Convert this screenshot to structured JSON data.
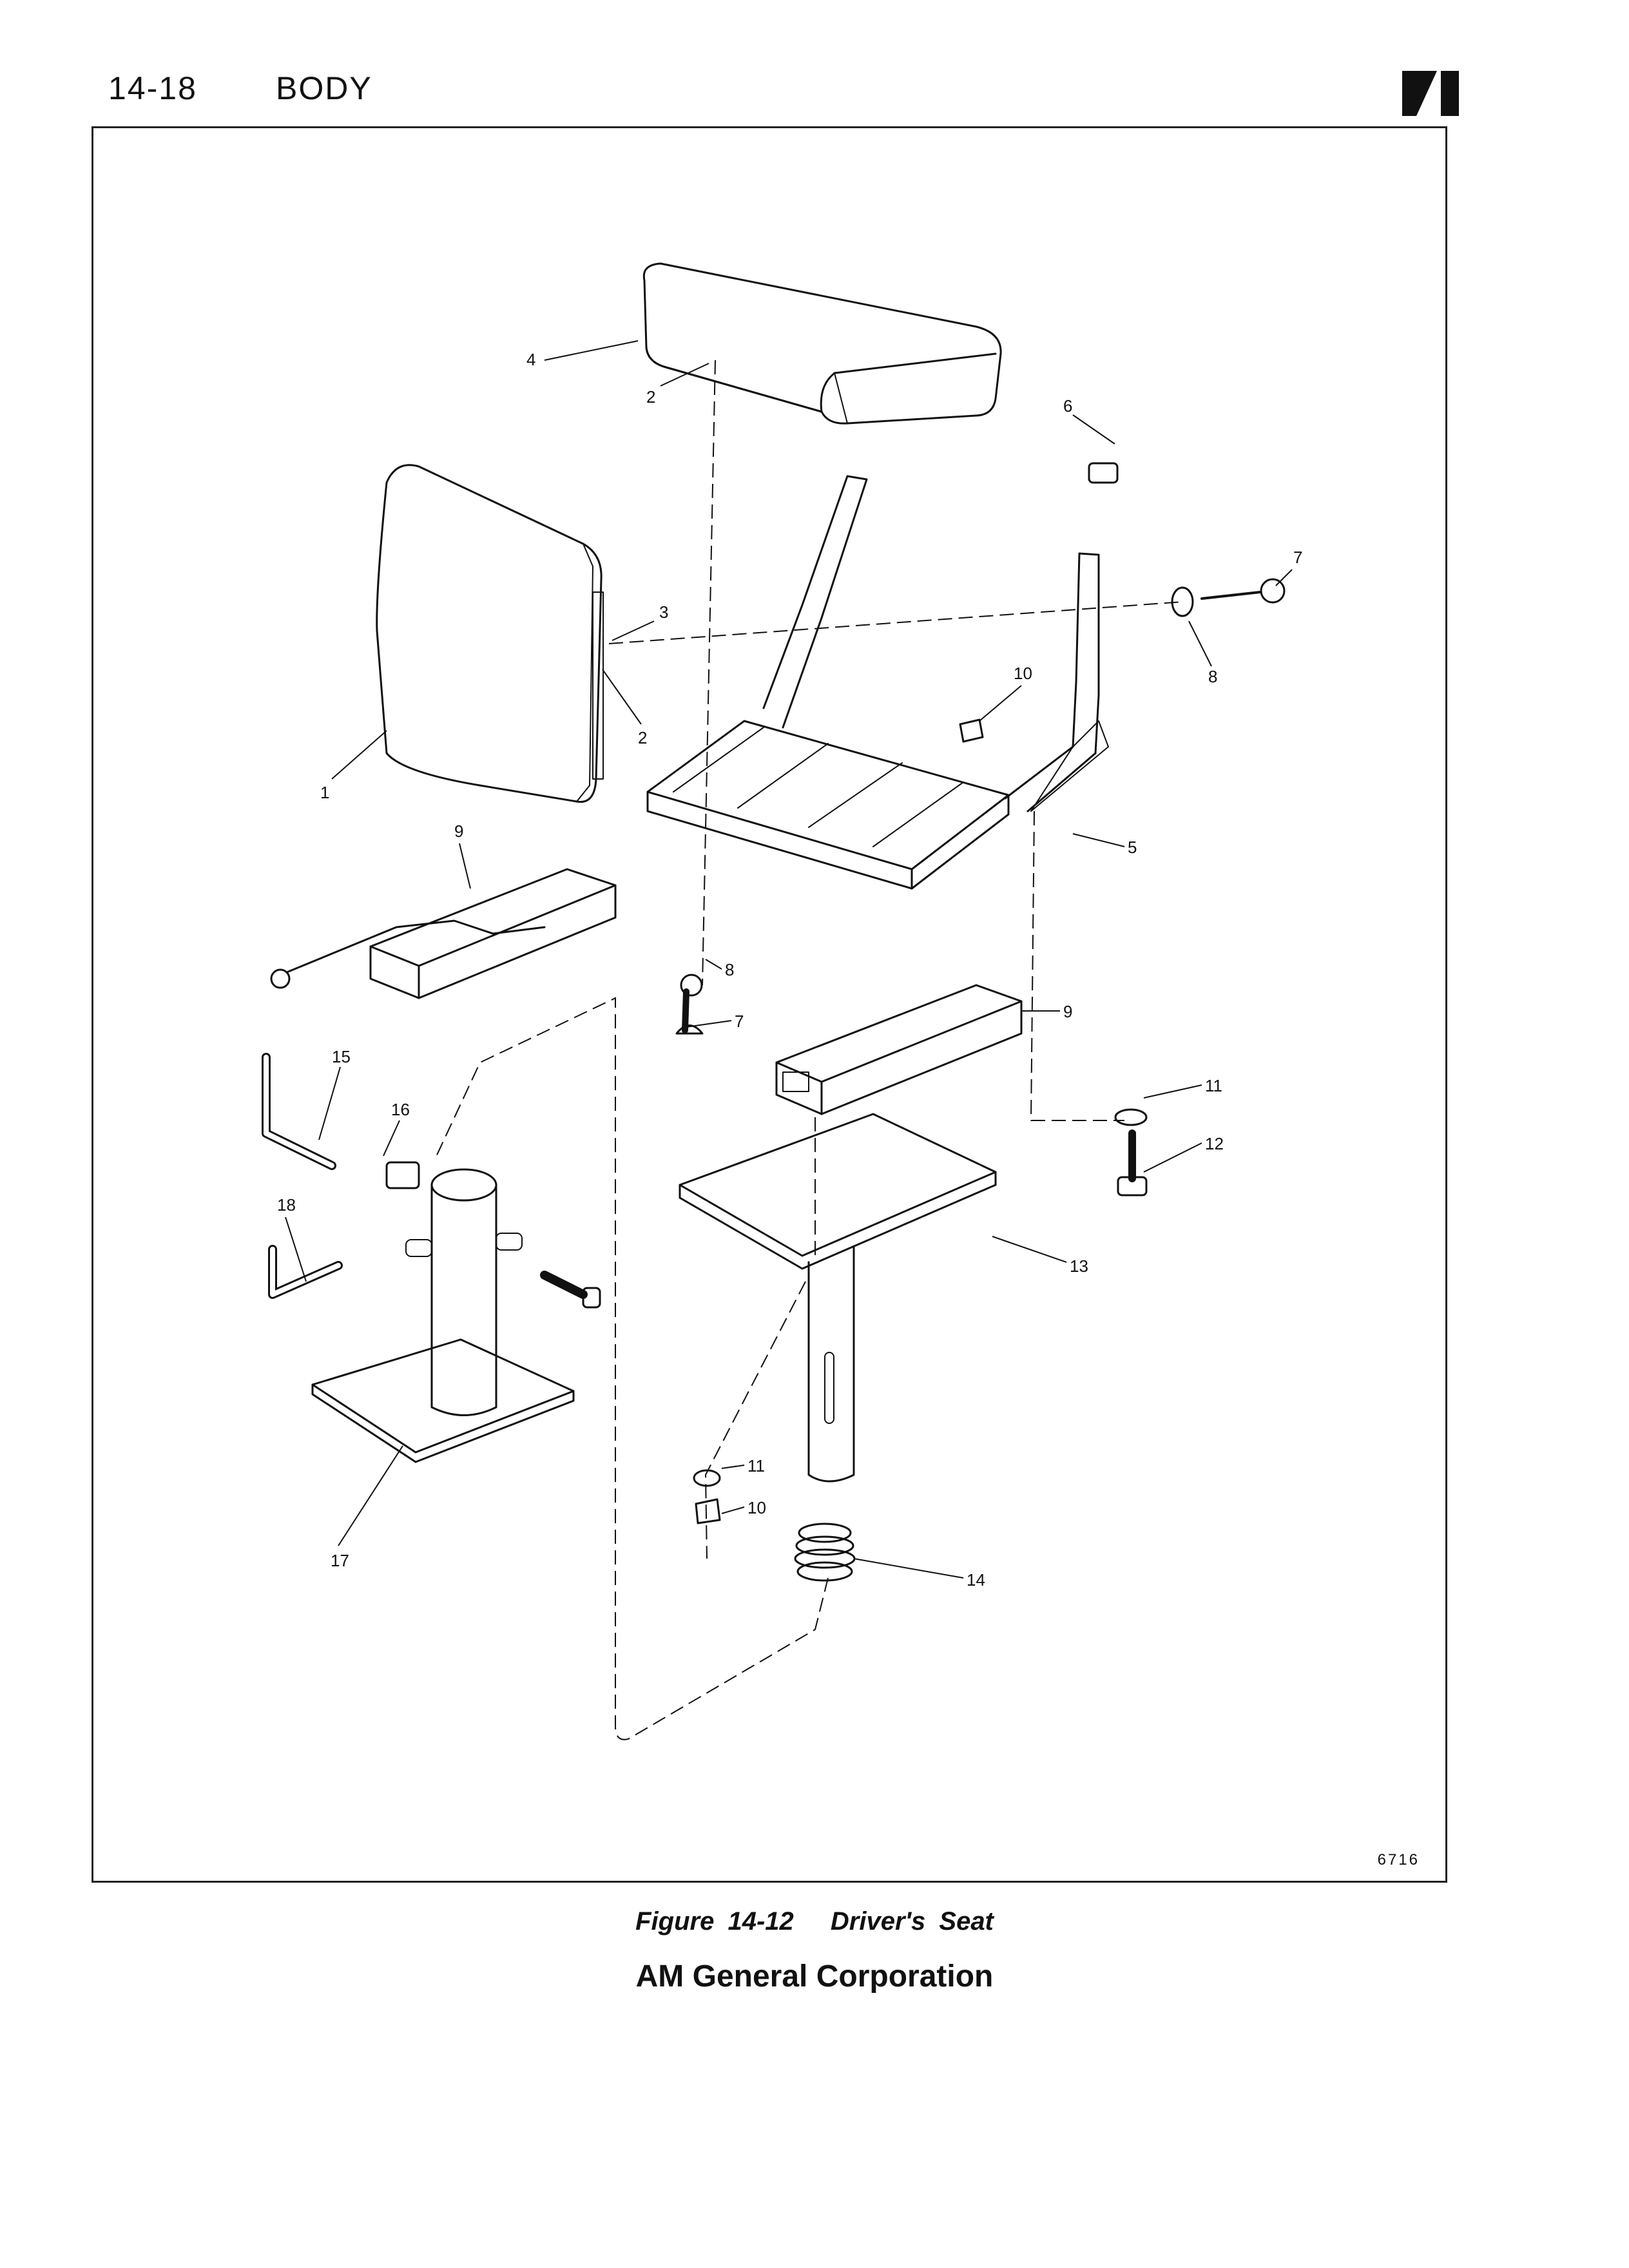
{
  "header": {
    "page_number": "14-18",
    "section_title": "BODY"
  },
  "figure": {
    "drawing_number": "6716",
    "callouts": [
      "1",
      "2",
      "2",
      "3",
      "4",
      "5",
      "6",
      "7",
      "7",
      "8",
      "8",
      "9",
      "9",
      "10",
      "10",
      "11",
      "11",
      "12",
      "13",
      "14",
      "15",
      "16",
      "17",
      "18"
    ]
  },
  "caption": {
    "figure_number": "Figure 14-12",
    "figure_title": "Driver's Seat"
  },
  "footer": {
    "publisher": "AM General Corporation"
  },
  "colors": {
    "ink": "#111111",
    "paper": "#ffffff"
  }
}
